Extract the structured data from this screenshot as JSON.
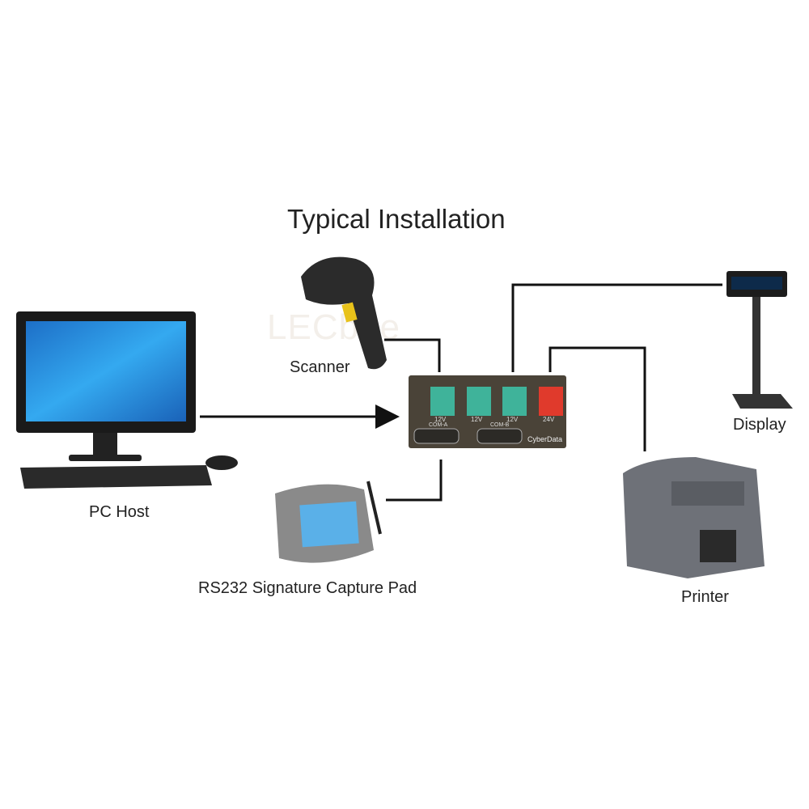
{
  "title": "Typical Installation",
  "watermark": "LECbee",
  "devices": {
    "pc": {
      "label": "PC Host"
    },
    "scanner": {
      "label": "Scanner"
    },
    "signature_pad": {
      "label": "RS232 Signature Capture Pad"
    },
    "display": {
      "label": "Display"
    },
    "printer": {
      "label": "Printer"
    }
  },
  "hub": {
    "ports": [
      "12V",
      "12V",
      "12V",
      "24V"
    ],
    "com_ports": [
      "COM-A",
      "COM-B"
    ],
    "brand": "CyberData"
  },
  "colors": {
    "line": "#111111",
    "screen": "#1e8fe0",
    "port_green": "#3fb39a",
    "port_red": "#e03a2c",
    "hub": "#4a4338"
  }
}
